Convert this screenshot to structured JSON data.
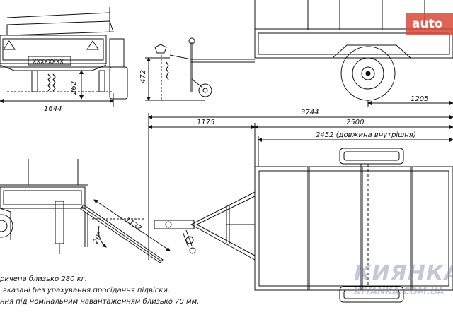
{
  "dimensions": {
    "d1644": "1644",
    "d262": "262",
    "d472": "472",
    "d3744": "3744",
    "d1205": "1205",
    "d1175": "1175",
    "d2500": "2500",
    "d2452": "2452 (довжина внутрішня)",
    "d1132": "1132",
    "d29": "29°"
  },
  "plate_text": "XXXXXXXX",
  "notes": [
    "ричепа близько 280 кг.",
    "вказані без урахування просідання підвіски.",
    "ння під номінальним навантаженням близько 70 мм."
  ],
  "watermarks": {
    "top_right": "auto",
    "bottom_right": "КИЯНКА",
    "bottom_url": "KIYANKA.COM.UA"
  }
}
